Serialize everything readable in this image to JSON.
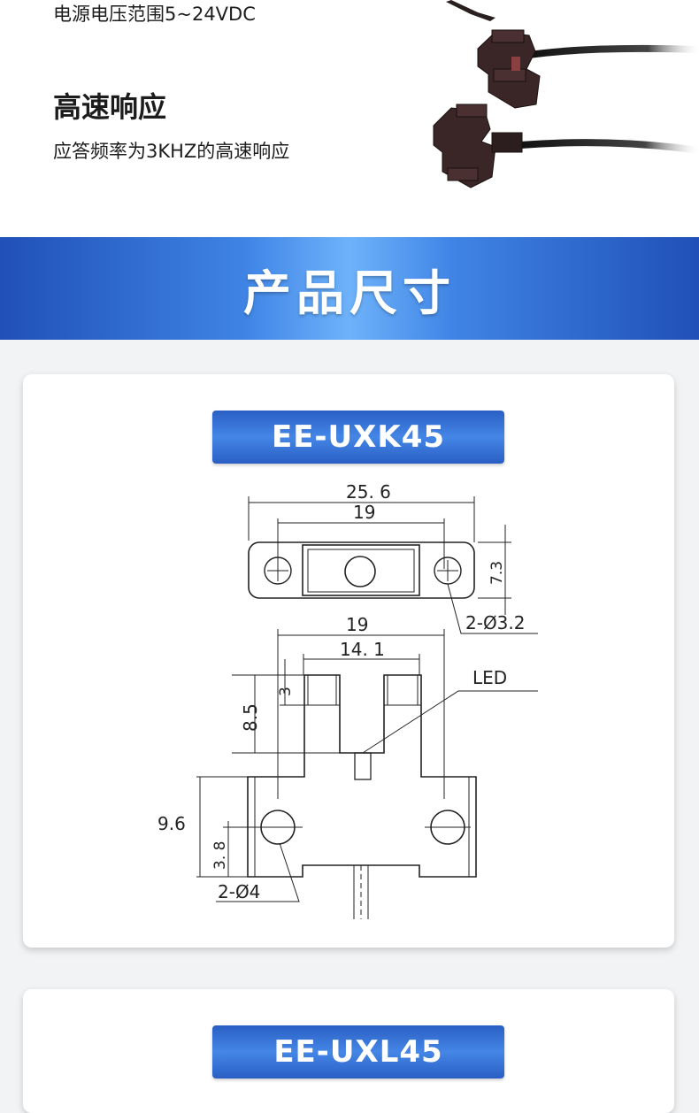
{
  "feature": {
    "voltage_text": "电源电压范围5~24VDC",
    "title": "高速响应",
    "description": "应答频率为3KHZ的高速响应"
  },
  "banner": {
    "title": "产品尺寸"
  },
  "cards": [
    {
      "model": "EE-UXK45",
      "dimensions": {
        "top_total_width": "25. 6",
        "top_hole_pitch": "19",
        "top_height": "7.3",
        "top_holes": "2-Ø3.2",
        "front_hole_pitch": "19",
        "front_slot_width": "14. 1",
        "front_tab_height": "3",
        "front_slot_depth": "8.5",
        "front_body_height": "9.6",
        "front_hole_height": "3. 8",
        "front_holes": "2-Ø4",
        "led_label": "LED"
      }
    },
    {
      "model": "EE-UXL45"
    }
  ],
  "colors": {
    "banner_blue": "#2f6fd6",
    "text": "#1c1c1c",
    "sensor_body": "#3a2a2a"
  }
}
